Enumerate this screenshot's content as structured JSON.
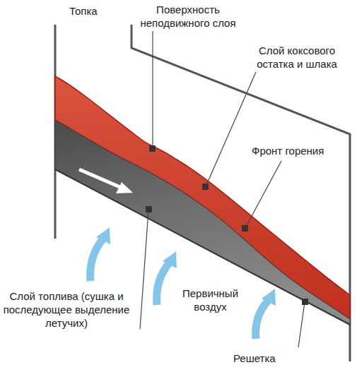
{
  "diagram": {
    "labels": [
      "Топка",
      "Поверхность неподвижного слоя",
      "Слой коксового остатка и шлака",
      "Фронт горения",
      "Слой топлива (сушка и последующее выделение летучих)",
      "Первичный воздух",
      "Решетка"
    ]
  }
}
